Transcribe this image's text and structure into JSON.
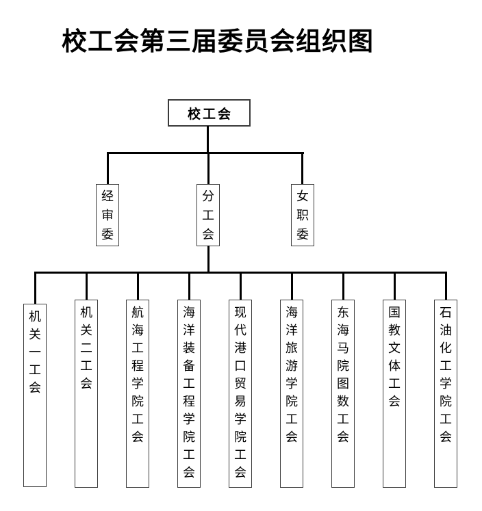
{
  "title": "校工会第三届委员会组织图",
  "root": {
    "label": "校工会"
  },
  "level2": [
    {
      "label": "经审委"
    },
    {
      "label": "分工会"
    },
    {
      "label": "女职委"
    }
  ],
  "level3": [
    {
      "label": "机关一工会"
    },
    {
      "label": "机关二工会"
    },
    {
      "label": "航海工程学院工会"
    },
    {
      "label": "海洋装备工程学院工会"
    },
    {
      "label": "现代港口贸易学院工会"
    },
    {
      "label": "海洋旅游学院工会"
    },
    {
      "label": "东海马院图数工会"
    },
    {
      "label": "国教文体工会"
    },
    {
      "label": "石油化工学院工会"
    }
  ],
  "colors": {
    "background": "#ffffff",
    "line": "#000000",
    "box_border": "#3a3a3a",
    "text": "#000000"
  }
}
